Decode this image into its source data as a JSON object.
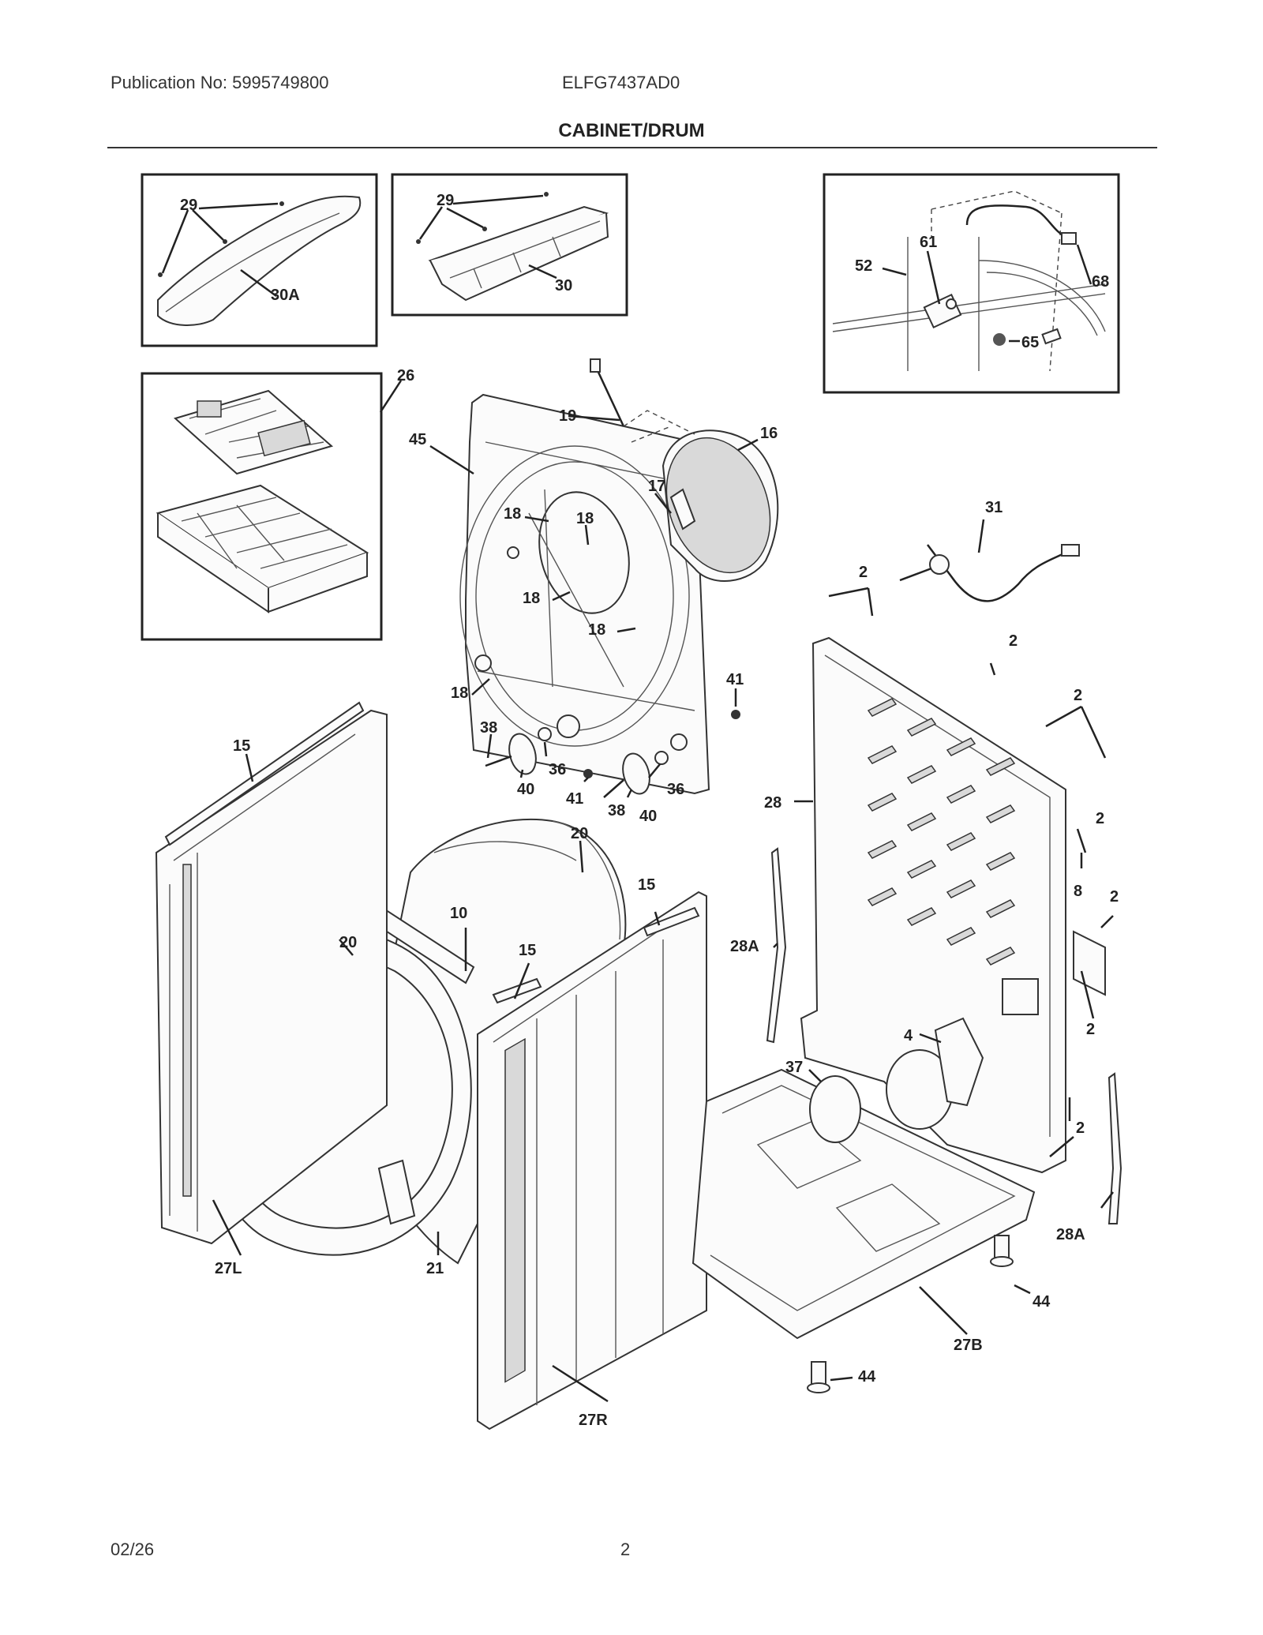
{
  "header": {
    "publication": "Publication No: 5995749800",
    "model": "ELFG7437AD0",
    "section_title": "CABINET/DRUM"
  },
  "footer": {
    "date": "02/26",
    "page": "2"
  },
  "callouts": {
    "c29a": "29",
    "c30a": "30A",
    "c29b": "29",
    "c30": "30",
    "c61": "61",
    "c52": "52",
    "c68": "68",
    "c65": "65",
    "c26": "26",
    "c19": "19",
    "c45": "45",
    "c16": "16",
    "c17": "17",
    "c18a": "18",
    "c18b": "18",
    "c18c": "18",
    "c18d": "18",
    "c18e": "18",
    "c31": "31",
    "c2a": "2",
    "c2b": "2",
    "c2c": "2",
    "c2d": "2",
    "c2e": "2",
    "c2f": "2",
    "c2g": "2",
    "c41a": "41",
    "c38a": "38",
    "c36a": "36",
    "c40a": "40",
    "c41b": "41",
    "c38b": "38",
    "c40b": "40",
    "c36b": "36",
    "c15a": "15",
    "c20a": "20",
    "c28": "28",
    "c15b": "15",
    "c10": "10",
    "c20b": "20",
    "c15c": "15",
    "c28Aa": "28A",
    "c8": "8",
    "c4": "4",
    "c37": "37",
    "c28Ab": "28A",
    "c27L": "27L",
    "c21": "21",
    "c44a": "44",
    "c27B": "27B",
    "c44b": "44",
    "c27R": "27R"
  }
}
